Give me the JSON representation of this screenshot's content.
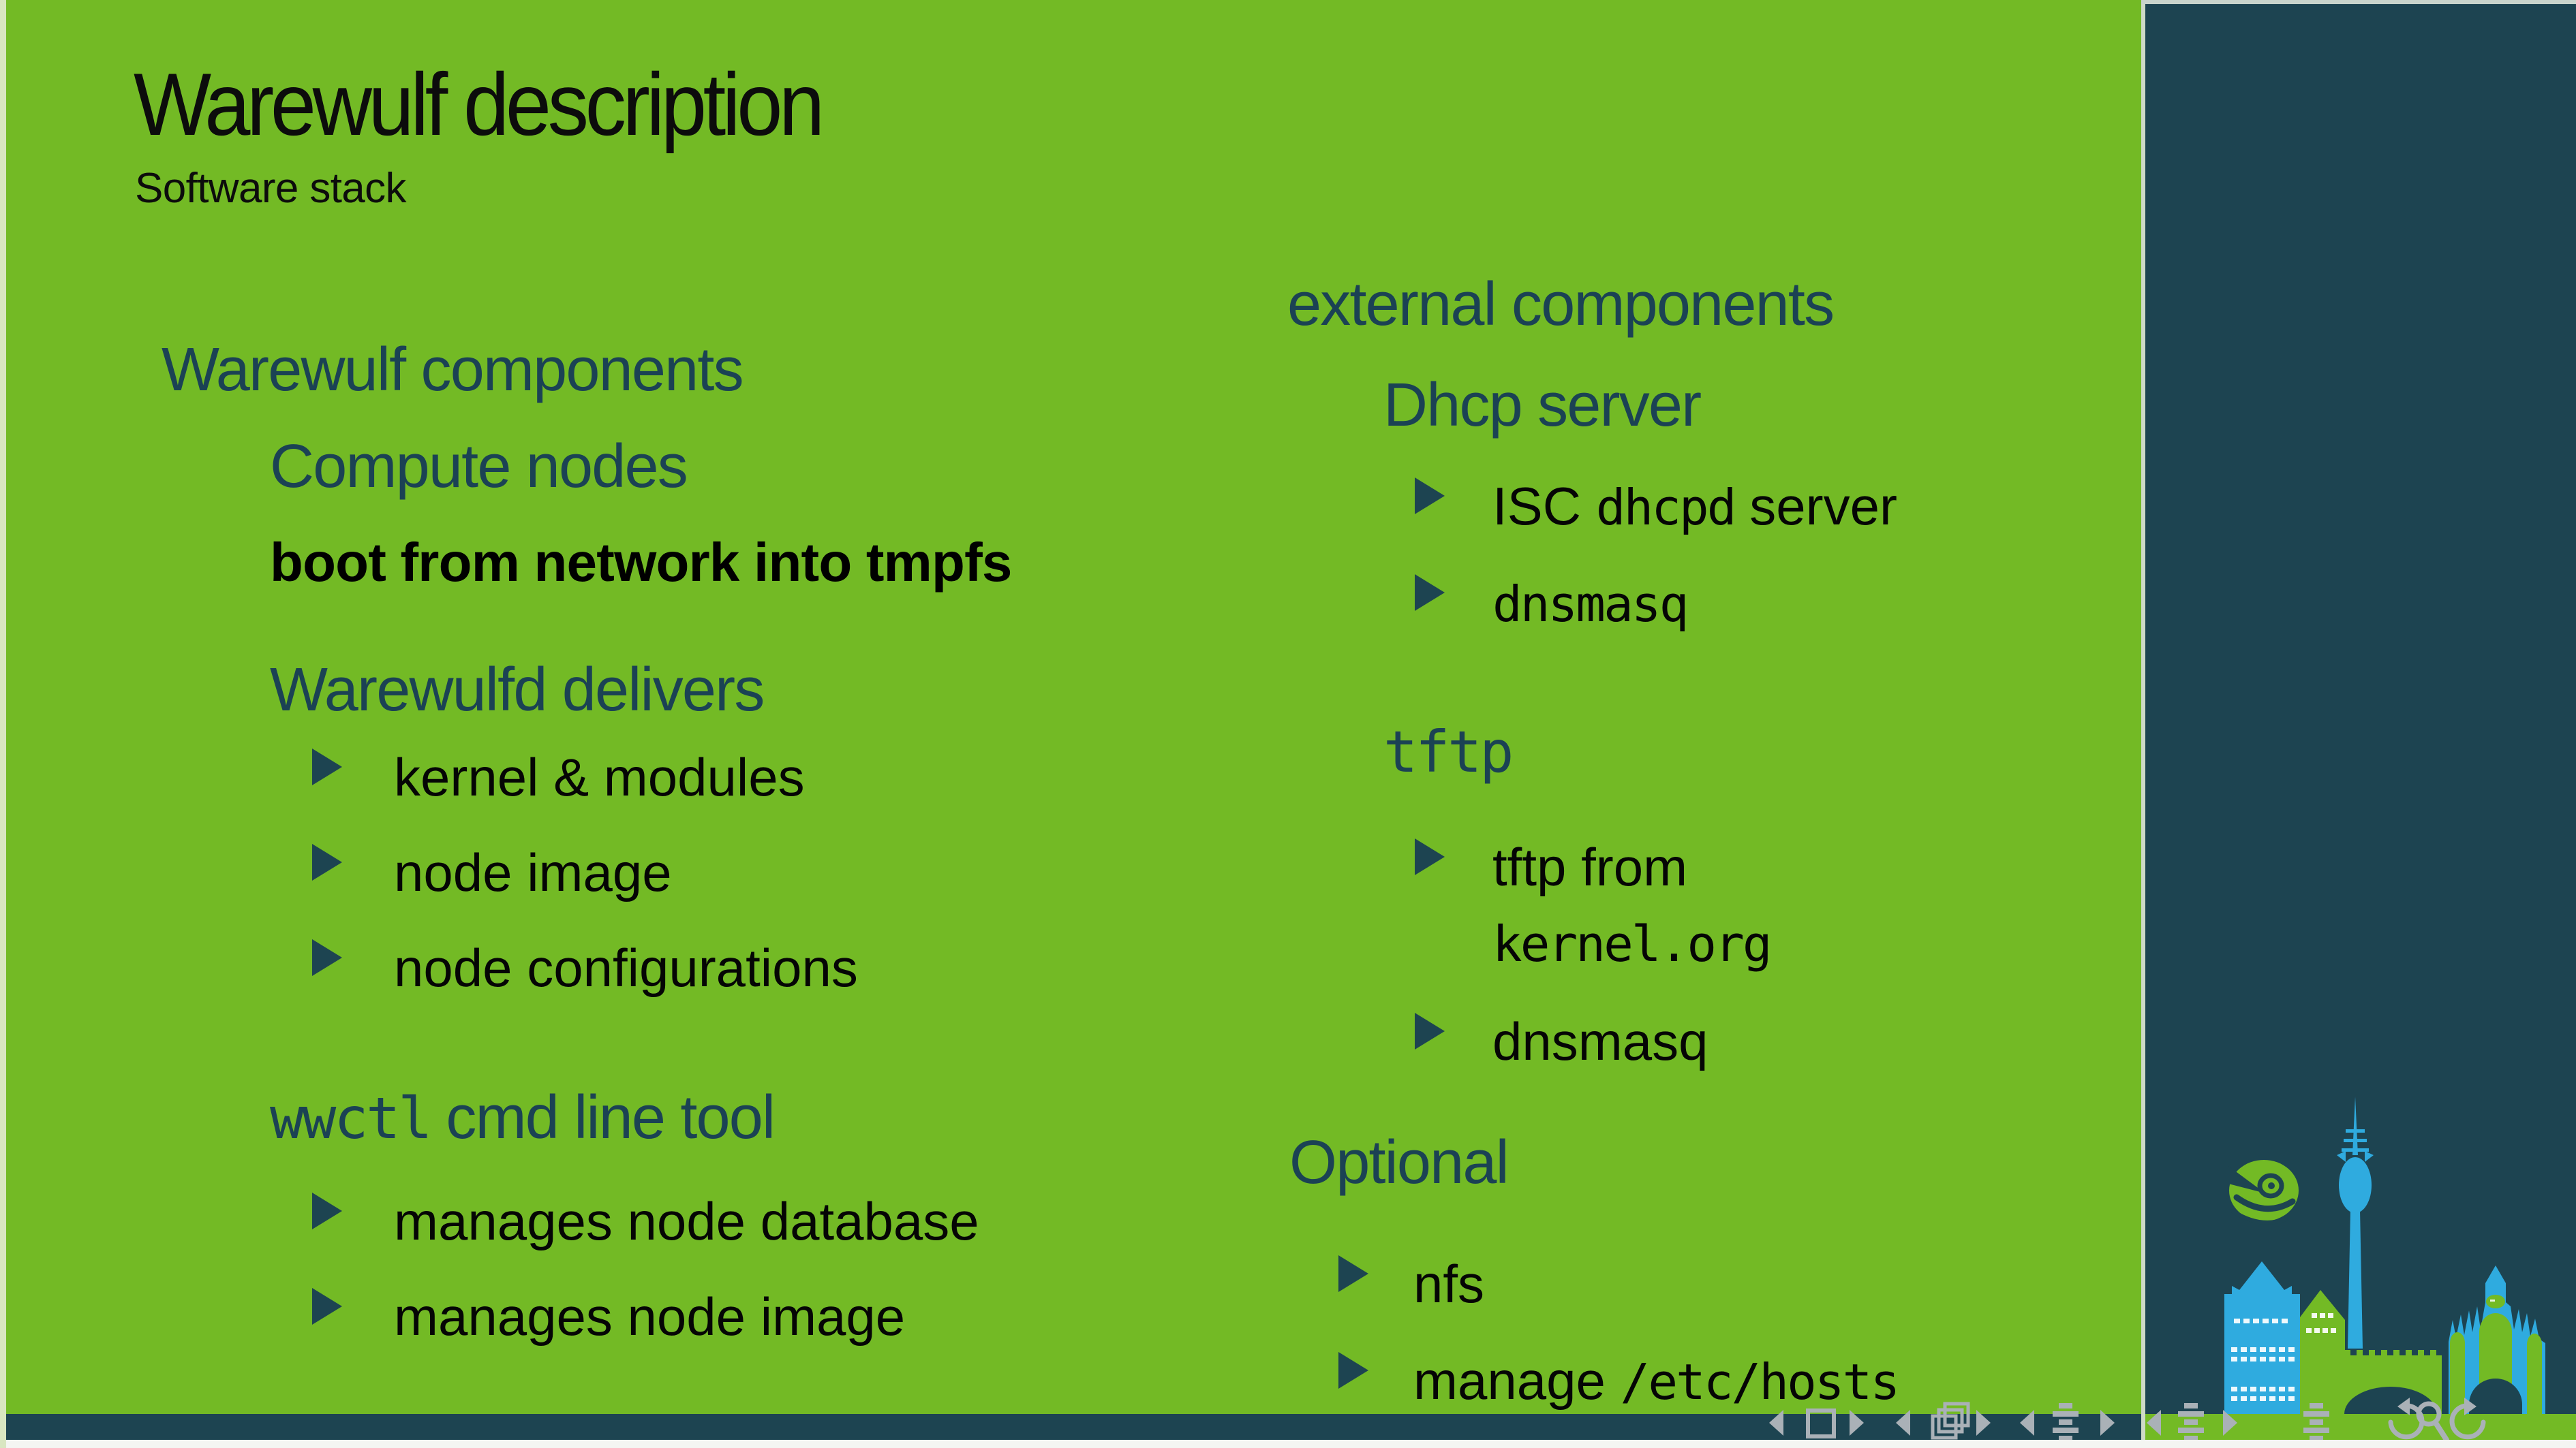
{
  "slide": {
    "title": "Warewulf description",
    "subtitle": "Software stack"
  },
  "left_column": {
    "heading": "Warewulf components",
    "compute_heading": "Compute nodes",
    "boot_line": "boot from network into tmpfs",
    "delivers_heading": "Warewulfd delivers",
    "delivers_bullets": [
      [
        {
          "text": "kernel & modules"
        }
      ],
      [
        {
          "text": "node image"
        }
      ],
      [
        {
          "text": "node configurations"
        }
      ]
    ],
    "wwctl_heading": [
      {
        "text": "wwctl",
        "mono": true
      },
      {
        "text": " cmd line tool"
      }
    ],
    "wwctl_bullets": [
      [
        {
          "text": "manages node database"
        }
      ],
      [
        {
          "text": "manages node image"
        }
      ]
    ]
  },
  "right_column": {
    "heading": "external components",
    "dhcp_heading": "Dhcp server",
    "dhcp_bullets": [
      [
        {
          "text": "ISC "
        },
        {
          "text": "dhcpd",
          "mono": true
        },
        {
          "text": " server"
        }
      ],
      [
        {
          "text": "dnsmasq",
          "mono": true
        }
      ]
    ],
    "tftp_heading": [
      {
        "text": "tftp",
        "mono": true
      }
    ],
    "tftp_bullets": [
      [
        {
          "text": "tftp from"
        },
        {
          "br": true
        },
        {
          "text": "kernel.org",
          "mono": true
        }
      ],
      [
        {
          "text": "dnsmasq"
        }
      ]
    ],
    "optional_heading": "Optional",
    "optional_bullets": [
      [
        {
          "text": "nfs"
        }
      ],
      [
        {
          "text": "manage "
        },
        {
          "text": "/etc/hosts",
          "mono": true
        }
      ]
    ]
  },
  "navigation": {
    "symbols": [
      "slide-prev",
      "slide",
      "slide-next",
      "frame-prev",
      "frame",
      "frame-next",
      "subsection-prev",
      "subsection",
      "subsection-next",
      "section-prev",
      "section",
      "section-next",
      "presentation",
      "back",
      "search",
      "forward"
    ]
  },
  "sidebar": {
    "logo": "opensuse-geeko-logo",
    "artwork": "city-skyline"
  },
  "colors": {
    "background_green": "#73ba25",
    "panel_navy": "#1d4451",
    "heading_navy": "#1b4254",
    "accent_blue": "#2fabdf",
    "nav_icon_grey": "#aab1b7",
    "text_black": "#000000"
  }
}
